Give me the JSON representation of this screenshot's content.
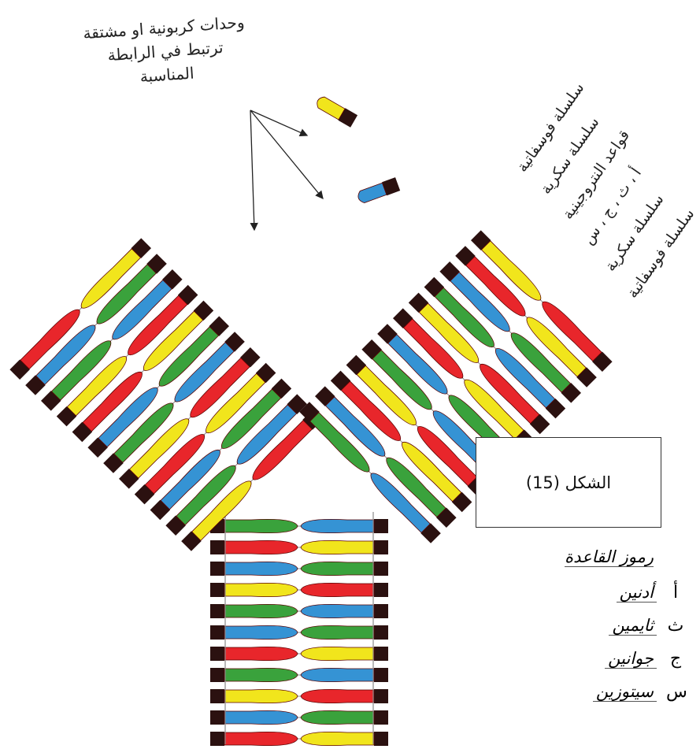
{
  "figure": {
    "caption": "الشكل (15)"
  },
  "labels": {
    "free_nucleotides": [
      "وحدات كربونية او مشتقة",
      "ترتبط في الرابطة",
      "المناسبة"
    ],
    "strand_parts": [
      "سلسلة فوسفاتية",
      "سلسلة سكرية",
      "قواعد النتروجينية",
      "أ ، ث ، ج ، س",
      "سلسلة سكرية",
      "سلسلة فوسفاتية"
    ]
  },
  "legend": {
    "title": "رموز القاعدة",
    "items": [
      {
        "code": "أ",
        "name": "أدنين",
        "color": "#e8262b"
      },
      {
        "code": "ث",
        "name": "ثايمين",
        "color": "#f1e51c"
      },
      {
        "code": "ج",
        "name": "جوانين",
        "color": "#3aa23c"
      },
      {
        "code": "س",
        "name": "سيتوزين",
        "color": "#3593d4"
      }
    ]
  },
  "colors": {
    "phosphate": "#2b1110",
    "adenine": "#e8262b",
    "thymine": "#f1e51c",
    "guanine": "#3aa23c",
    "cytosine": "#3593d4",
    "backbone": "#8a8a8a"
  }
}
